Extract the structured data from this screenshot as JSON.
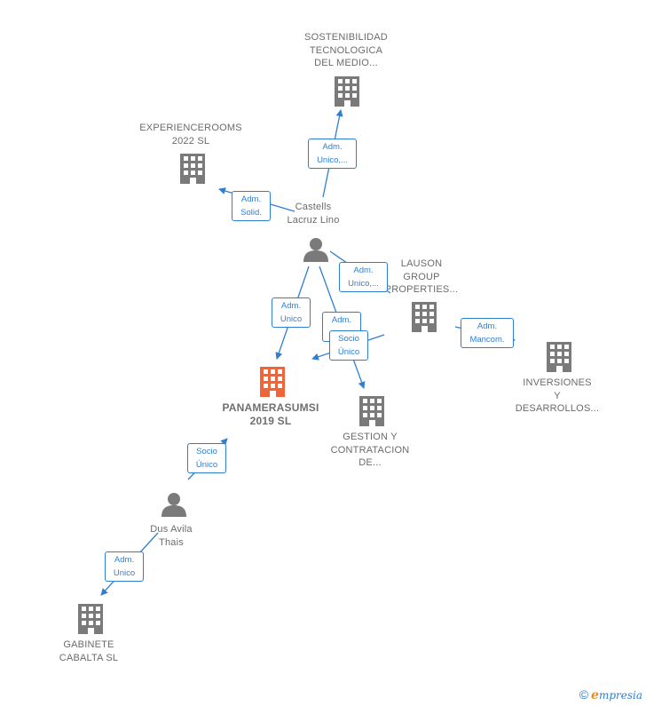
{
  "colors": {
    "building": "#7a7a7a",
    "main_building": "#f0643a",
    "person": "#7a7a7a",
    "edge": "#2f7fd0"
  },
  "nodes": {
    "sostenibilidad": {
      "label": "SOSTENIBILIDAD\nTECNOLOGICA\nDEL MEDIO..."
    },
    "experiencerooms": {
      "label": "EXPERIENCEROOMS\n2022  SL"
    },
    "castells": {
      "label": "Castells\nLacruz Lino"
    },
    "lauson": {
      "label": "LAUSON\nGROUP\nPROPERTIES..."
    },
    "inversiones": {
      "label": "INVERSIONES\nY\nDESARROLLOS..."
    },
    "panamerasumsi": {
      "label": "PANAMERASUMSI\n2019  SL"
    },
    "gestion": {
      "label": "GESTION Y\nCONTRATACION\nDE..."
    },
    "dus_avila": {
      "label": "Dus Avila\nThais"
    },
    "gabinete": {
      "label": "GABINETE\nCABALTA SL"
    }
  },
  "edges": {
    "adm_unico_sost": "Adm.\nUnico,...",
    "adm_solid": "Adm.\nSolid.",
    "adm_unico_lauson": "Adm.\nUnico,...",
    "adm_unico_pan": "Adm.\nUnico",
    "adm_gestion": "Adm.",
    "socio_unico_gestion": "Socio\nÚnico",
    "adm_mancom": "Adm.\nMancom.",
    "socio_unico_dus": "Socio\nÚnico",
    "adm_unico_gab": "Adm.\nUnico"
  },
  "credit": {
    "copyright": "©",
    "brand_e": "e",
    "brand_rest": "mpresia"
  }
}
